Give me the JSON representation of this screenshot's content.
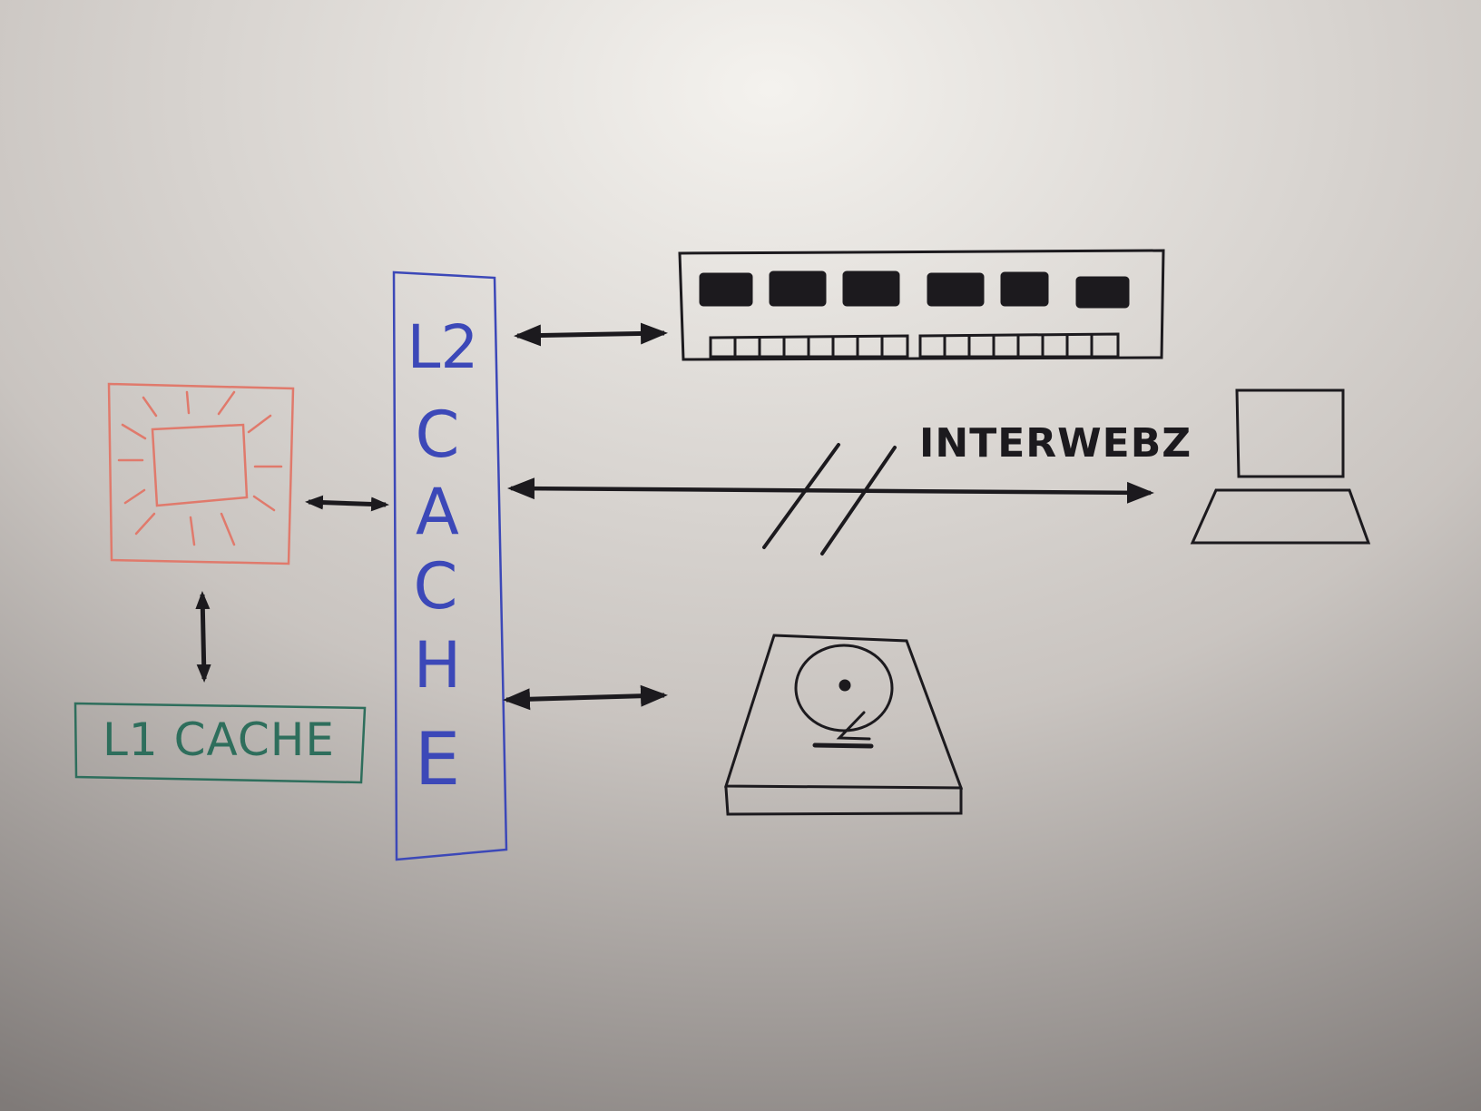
{
  "board": {
    "background": "#c9c4c0",
    "highlight": "#f4f2ee",
    "shadow": "#7f7a78"
  },
  "colors": {
    "cpu": "#e07a6c",
    "l1": "#2e6e5c",
    "l2": "#3c48b8",
    "ink": "#1c1a1e"
  },
  "components": {
    "cpu": {
      "icon": "processor-chip-icon"
    },
    "l1_cache": {
      "label": "L1 CACHE"
    },
    "l2_cache": {
      "label": "L2 CACHE",
      "letters": [
        "L2",
        "C",
        "A",
        "C",
        "H",
        "E"
      ]
    },
    "ram": {
      "icon": "memory-module-icon"
    },
    "network": {
      "label": "INTERWEBZ",
      "icon": "laptop-icon"
    },
    "disk": {
      "icon": "hard-drive-icon"
    }
  }
}
